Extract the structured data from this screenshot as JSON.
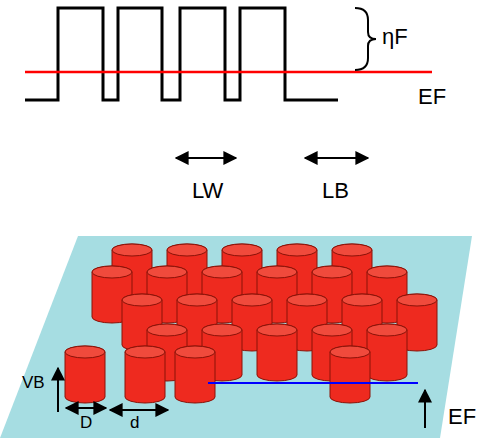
{
  "diagram": {
    "labels": [
      "ηF",
      "EF",
      "LW",
      "LB",
      "VB",
      "D",
      "d",
      "EF"
    ]
  }
}
